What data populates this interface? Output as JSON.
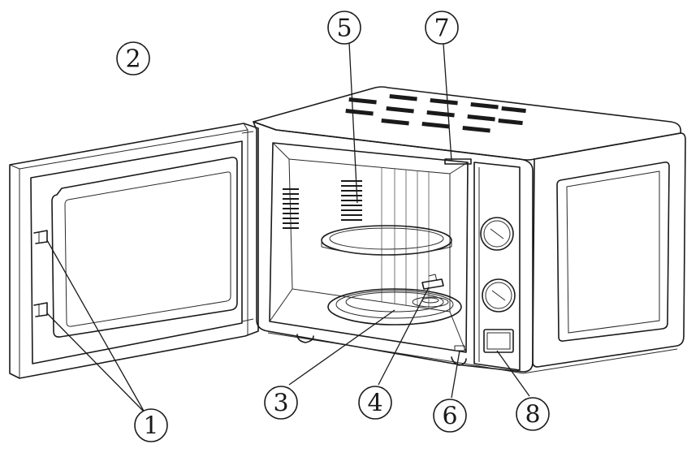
{
  "diagram": {
    "callouts": [
      {
        "id": "1",
        "label": "①"
      },
      {
        "id": "2",
        "label": "②"
      },
      {
        "id": "3",
        "label": "③"
      },
      {
        "id": "4",
        "label": "④"
      },
      {
        "id": "5",
        "label": "⑤"
      },
      {
        "id": "6",
        "label": "⑥"
      },
      {
        "id": "7",
        "label": "⑦"
      },
      {
        "id": "8",
        "label": "⑧"
      }
    ]
  }
}
